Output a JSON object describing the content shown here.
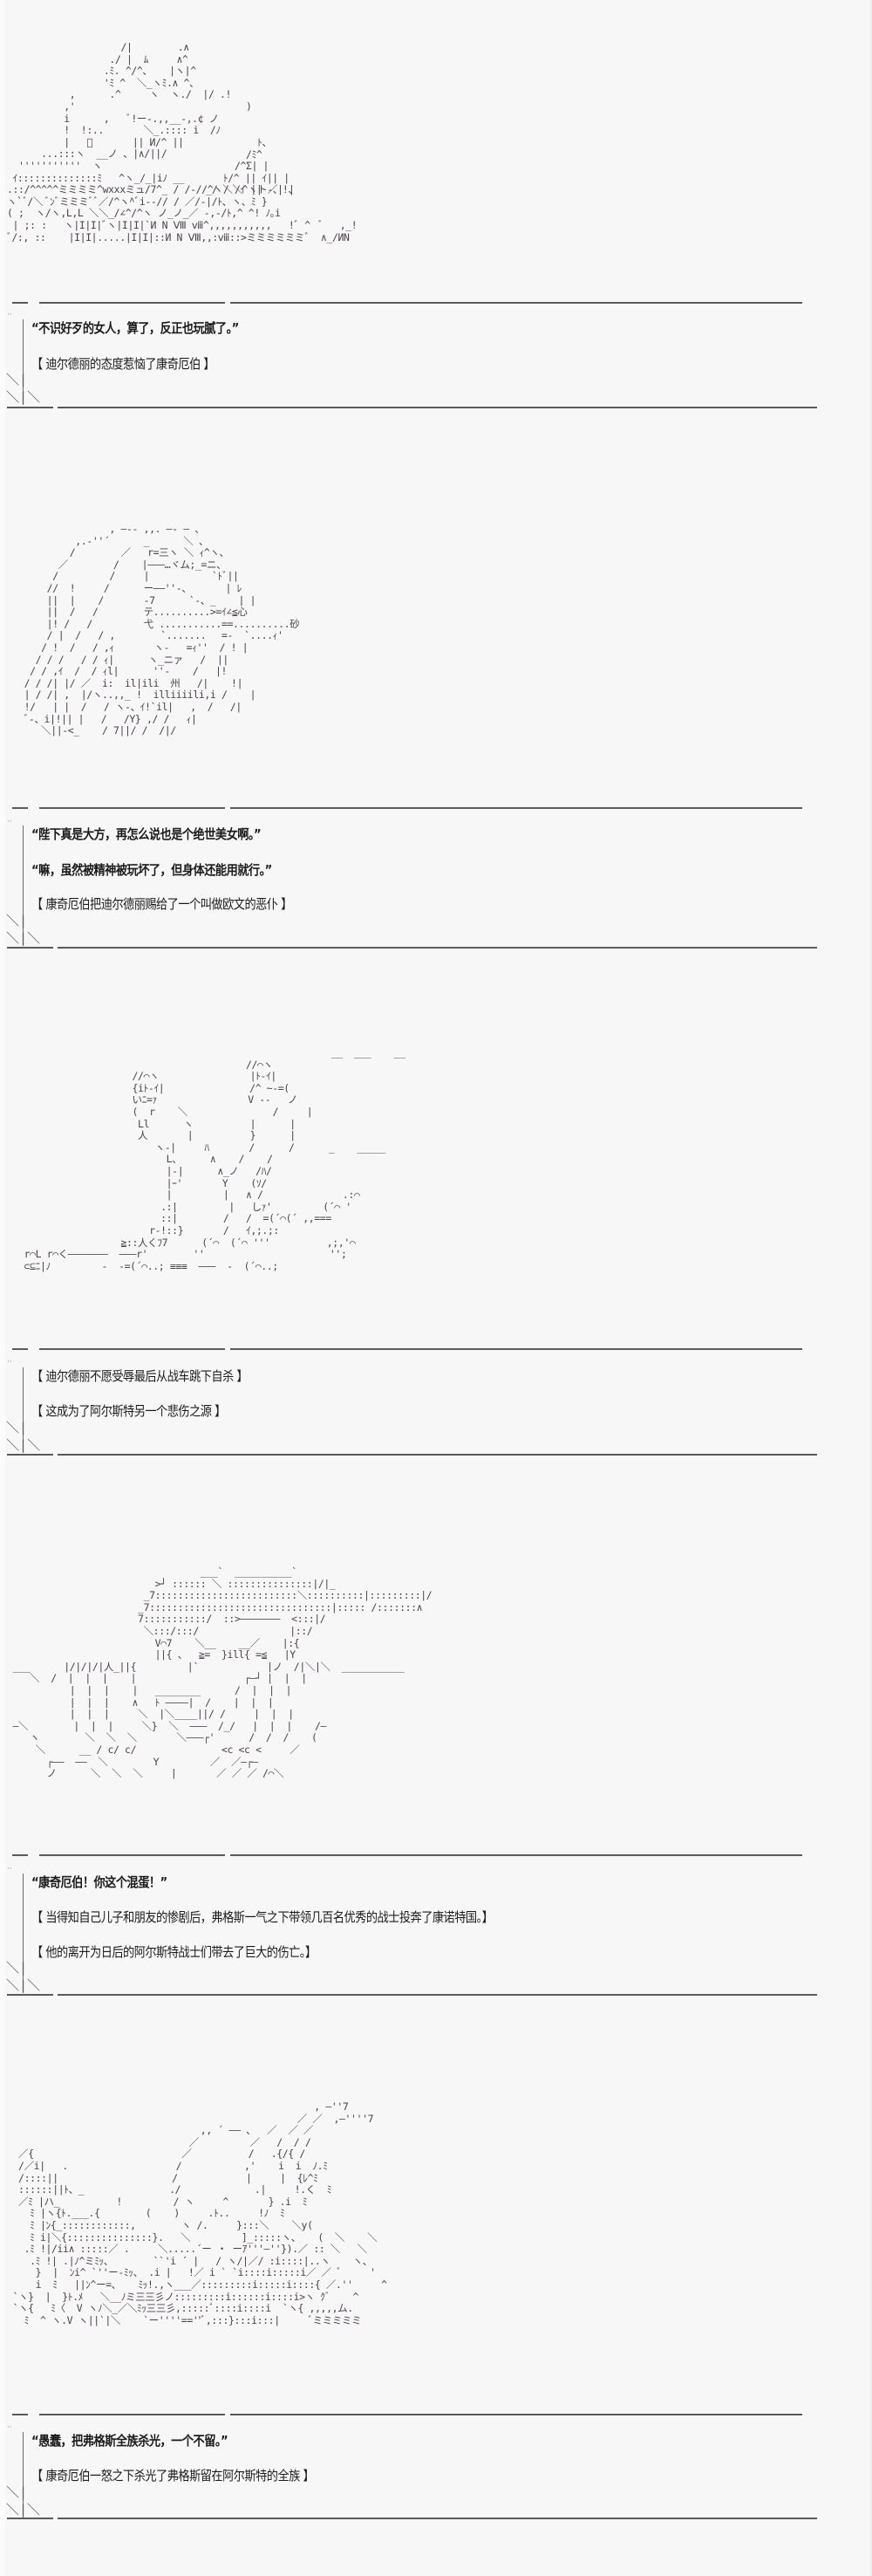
{
  "page": {
    "background": "#f7f7f7",
    "text_color": "#1b1b1b",
    "separator_color": "#5a5a5a"
  },
  "panels": [
    {
      "art_name": "panel-1-art",
      "art": "                    /|        .∧\n                  ./ |  ﾑ     ∧^\n                 .ﾐ. ^/^、   |ヽ|^\n                 'ﾐ ^  ＼_ヽﾐ.∧ ^、\n           ,      .^     ヽ  ヽ./  |/ .!\n          ,'                              )\n          i      ,   ﾞ!ー-.,,__-,.¢ ノ\n          !  !:..       ＼_.:::: i  /ﾉ\n          |   ﾞ       || И/^ ||\n      ...:::ヽ  __ノ 、|∧/||/\n  '''''''''''  ヽ\n ｲ::::::::::::::ﾐ   ^ヽ_/_|iﾉ __\n.::/^^^^^ミミミミ^wxxxミュ/7^_ / /-//^ヽ＼＼^ヽト-、!、\nヽ`ﾞ/＼ ﾞﾝﾞミミミﾞﾞ／/^ヽ^ﾞi--// / ／/-|/ﾄ、ヽ、ﾐ }\n( ;  ヽ/ヽ,L,L ＼＼_/∠^/^ヽ ノ_ノ_／ -,-/ﾄ,^ ^! ﾉ｡i\n | ;: :   ヽ|I|I|ﾞヽ|I|I|`И N Ⅷ ⅷ^,,,,,,,,,,,   !ﾞ ^  ﾞ   ,_!\nﾞ/:, ::    |I|I|.....|I|I|::И N Ⅷ,,:ⅷ::>ミミミミミミﾞ  ∧_/ИN",
      "art_right": "                                            ﾄ、\n                                          /ﾐ^\n                                        /^Σ| |\n                                      ﾄ/^ || ｲ|| |\n                                   _/ / /ｲ || ／| |",
      "lines": [
        {
          "text": "“不识好歹的女人，算了，反正也玩腻了。”",
          "kind": "quote"
        },
        {
          "text": "【 迪尔德丽的态度惹恼了康奇厄伯 】",
          "kind": "narration"
        }
      ]
    },
    {
      "art_name": "panel-2-art",
      "art": "                  , ―-- ,,. ―- ― 、\n            ,.-''´      _      ＼ 、\n           /        ／   r=三ヽ ＼ ｨ^ヽ、\n         ／        /    |―――…ヾム;_=ニ、\n        /         /     |           `ﾄﾞ||\n       //  !     /      ー――''-、      | ﾚ\n       ||  |    /       -7      `-、_    | |\n       ||  /   /        テ..........>=ｲ∠≦心\n       |! /   /         弋 ...........==..........砂\n       / |  /   / ,        `....... 　=-  `....ｨ'\n      / !  /   / ,ｨ       ヽ-   =ｨ''  / ! |\n     / / /   / / ｨ|      ヽ_ニァ   /  ||\n    / / ,ｲ  /  / ｨl|      ''-    /   |!\n   / / /| |/ ／  i:  il|ili  州   /|    !|\n   | / /| ,  |/ヽ..,,_ !  illiiiili,i /    |\n   !/   | |  /   / ヽ-、ｲ!`il|   ,  /   /|\n   ﾞ-、i|!|| |   /   /Y} ,/ /   ｨ|\n      ＼||-<_    / 7||/ /  /|/",
      "lines": [
        {
          "text": "“陛下真是大方，再怎么说也是个绝世美女啊。”",
          "kind": "quote"
        },
        {
          "text": "“嘛，虽然被精神被玩坏了，但身体还能用就行。”",
          "kind": "quote"
        },
        {
          "text": "【 康奇厄伯把迪尔德丽赐给了一个叫做欧文的恶仆 】",
          "kind": "narration"
        }
      ]
    },
    {
      "art_name": "panel-3-art",
      "art": "                                                         __  ___    __\n                                          //⌒ヽ\n                      //⌒ヽ                |ﾄ-ｲ|\n                      {iﾄ-ｲ|               /^ ~-=(\n                      いﾆ=ｧ                V --   ノ\n                      (  r    ＼               /     |\n                       Ll      ヽ          |      |\n                       人       |          }      |\n                          ヽ-|     ﾊ       /      /      _    _____\n                            L、     ∧    /    /\n                            |-|      ∧_ノ   /ﾊ/\n                            |ｰ'       Y    (ｿ/\n                            |         |   ∧ /              .:⌒\n                           .:|         |   しｧ'         (´⌒ '\n                           ::|        /   /  =(´⌒(´ ,,===\n                         r-!::}       /   ｲ,;.;:\n                    ≧::人くﾌ7      (´⌒  (´⌒ '''          ,;,'⌒\n   r⌒L r⌒く―――――――  ―――r'        ''                      '';\n   ⊂⊆ﾆ|ﾉ         -  -=(´⌒..; ≡≡≡  ―――  -  (´⌒..;",
      "lines": [
        {
          "text": "【 迪尔德丽不愿受辱最后从战车跳下自杀 】",
          "kind": "narration"
        },
        {
          "text": "【 这成为了阿尔斯特另一个悲伤之源 】",
          "kind": "narration"
        }
      ]
    },
    {
      "art_name": "panel-4-art",
      "art": "                                  ___`  __________`\n                          >┘ :::::: ＼ :::::::::::::::|/|_\n                        _7:::::::::::::::::::::::::＼::::::::::|:::::::::|/\n                       _7::::::::::::::::::::::::::::::::|::::: /:::::::∧\n                       7:::::::::::/  ::>―――――――  <:::|/\n                        ＼:::/:::/                |::/\n                          V⌒7    ＼__    __／    |:{\n                          ||{ 、  ≧=  }ill{ =≦   |Y\n ___      |/|/|/|人_||{         |`            |ノ  /|＼|＼  ___________\n    ＼  /  |  |  |    |                   ┌―┘ |  |  |\n           |  |  |    |   ________      /  |  |  |\n           |  |  |    ∧   ﾄ ――――|  /    |  |  |\n           |  |  |     ＼  |＼____||/ /     |  |  |\n ―＼        |  |  |     ＼}  ＼  ―――  /_/   |  |  |    /―\n    ヽ        ＼  ＼  ＼       ＼―――┌'      /  /  /    (\n     ＼      __ / c/ c/               <c <c <     ／\n       ┌――  ――  ＼        Y         ／  ／―┌―\n       ノ      ＼  ＼  ＼     |       ／ ／ ／ /⌒＼",
      "lines": [
        {
          "text": "“康奇厄伯！你这个混蛋！”",
          "kind": "quote"
        },
        {
          "text": "【 当得知自己儿子和朋友的惨剧后，弗格斯一气之下带领几百名优秀的战士投奔了康诺特国。】",
          "kind": "narration"
        },
        {
          "text": "【 他的离开为日后的阿尔斯特战士们带去了巨大的伤亡。】",
          "kind": "narration"
        }
      ]
    },
    {
      "art_name": "panel-5-art",
      "art": "                                                      , ―''7\n                                                   ／ ／  ,―''''7\n                                  ,, ´ ―― 、  ／  ／ ／\n                                ／         ／   /  / /\n  ／{                          ／          /   .{/{ /\n  /／i|   .                   /           ,'    i  i  ﾉ.ﾐ\n  /::::||                    /            |     |  {ﾚ^ﾐ\n  ::::::||ﾄ、_               ./             .|     !.く  ﾐ\n  ／ﾐ |ハ_          !         / ヽ     ^       } .i  ﾐ\n    ﾐ |ヽ{ﾄ.___.{        (    )     .ﾄ..     !ﾉ  ﾐ\n    ﾐ |ﾝ{_::::::::::::,        ヽ /.     }:::＼    ＼y(\n    ﾐ i|＼{:::::::::::::::}.   ＼         ]_:::::ヽ、   (  ＼    ＼\n   .ﾐ !|/ii∧ :::::／ .     ＼.....´ー ・ ーｱ'''―''}).／ :: ＼   ＼\n    .ﾐ !| .|ﾉ^ミﾐｯ、       ``'i ´ |   / ヽ/|／/ :i::::|..ヽ    ヽ、\n     }  |  ﾝi^ `''ー-ﾐｯ、 .i |   !／ i ` `i::::i:::::i／ ／ ﾞ     '\n     i  ﾐ   ||ﾝ^ー=、   ﾐｯ!.,ヽ___／:::::::::i:::::i::::{ ／.''     ^\n `ヽ}  |  }ﾄ.ﾒ   ＼__ﾉミ三三彡ノ:::::::::i::::::i::::i>ヽ ｸﾞ    ^\n `ヽ{   ﾐ〈  V ヽﾉ＼_／＼ﾐｯ三三彡,:::::ﾞ::::i::::i  `ヽ{ ,,,,,ム.\n   ﾐ  ^ ヽ.V ヽ||`|＼    `ー''''==''ﾞ,:::}:::i:::|     ﾞミミミミミ",
      "lines": [
        {
          "text": "“愚蠢，把弗格斯全族杀光，一个不留。”",
          "kind": "quote"
        },
        {
          "text": "【 康奇厄伯一怒之下杀光了弗格斯留在阿尔斯特的全族 】",
          "kind": "narration"
        }
      ]
    }
  ],
  "frame": {
    "bar_char": "|",
    "corner_top": "＼|",
    "corner_bottom": "＼|＼",
    "dot_mark": "··"
  }
}
